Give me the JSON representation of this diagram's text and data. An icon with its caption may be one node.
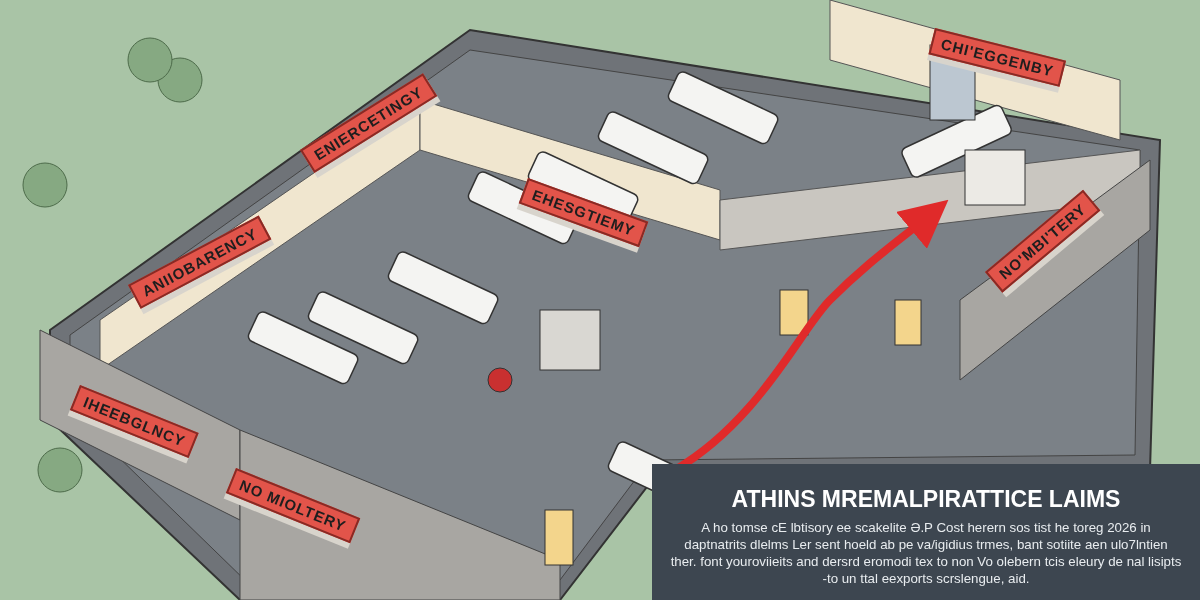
{
  "diagram": {
    "title": "ATHINS MREMALPIRATTICE LAIMS",
    "labels": [
      "CHI'EGGENBY",
      "ENIERCETINGY",
      "EHESGTIEMY",
      "NO'MBI'TERY",
      "ANIIOBARENCY",
      "IHEEBGLNCY",
      "NO MIOLTERY",
      "A ho tomse cE lbtisory ee scakelite Ə.P Cost herern sos tist he toreg 2026 in daptnatrits dlelms Ler sent hoeld ab pe va/igidius trmes, bant sotiite aen ulo7lntien ther. font youroviieits and dersrd eromodi tex to non Vo olebern tcis eleury de nal lisipts -to un ttal eexports scrslengue, aid."
    ]
  }
}
